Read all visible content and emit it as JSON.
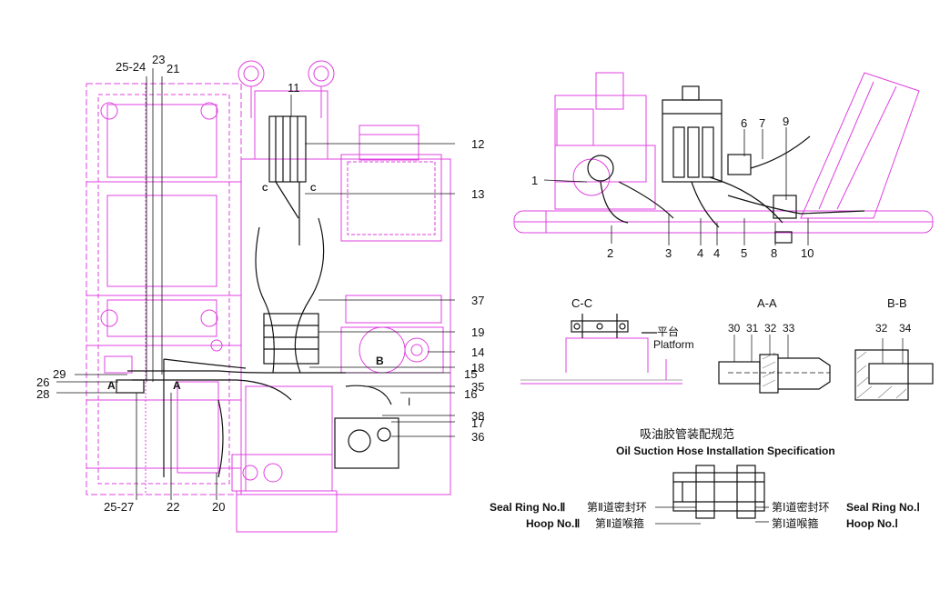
{
  "colors": {
    "frame": "#e040e0",
    "ink": "#111111",
    "hatch": "#777777"
  },
  "left_view": {
    "callouts": {
      "c25_24": "25-24",
      "c23": "23",
      "c21": "21",
      "c11": "11",
      "c12": "12",
      "c13": "13",
      "c37": "37",
      "c19": "19",
      "c14": "14",
      "c18": "18",
      "c15": "15",
      "c35": "35",
      "c16": "16",
      "c38": "38",
      "c17": "17",
      "c36": "36",
      "c29": "29",
      "c26": "26",
      "c28": "28",
      "c25_27": "25-27",
      "c22": "22",
      "c20": "20"
    },
    "section_marks": {
      "a_left": "A",
      "a_right": "A",
      "b": "B",
      "c_left": "C",
      "c_right": "C",
      "roman_i": "I"
    }
  },
  "right_view": {
    "callouts": {
      "c1": "1",
      "c2": "2",
      "c3": "3",
      "c4a": "4",
      "c4b": "4",
      "c5": "5",
      "c6": "6",
      "c7": "7",
      "c8": "8",
      "c9": "9",
      "c10": "10"
    }
  },
  "section_cc": {
    "title": "C-C",
    "label_cn": "平台",
    "label_en": "Platform"
  },
  "section_aa": {
    "title": "A-A",
    "n30": "30",
    "n31": "31",
    "n32": "32",
    "n33": "33"
  },
  "section_bb": {
    "title": "B-B",
    "n32": "32",
    "n34": "34"
  },
  "hose_spec": {
    "title_cn": "吸油胶管装配规范",
    "title_en": "Oil Suction Hose Installation Specification",
    "seal2_en": "Seal Ring No.Ⅱ",
    "seal2_cn": "第Ⅱ道密封环",
    "hoop2_en": "Hoop No.Ⅱ",
    "hoop2_cn": "第Ⅱ道喉箍",
    "seal1_cn": "第Ⅰ道密封环",
    "seal1_en": "Seal Ring No.Ⅰ",
    "hoop1_cn": "第Ⅰ道喉箍",
    "hoop1_en": "Hoop No.Ⅰ"
  }
}
